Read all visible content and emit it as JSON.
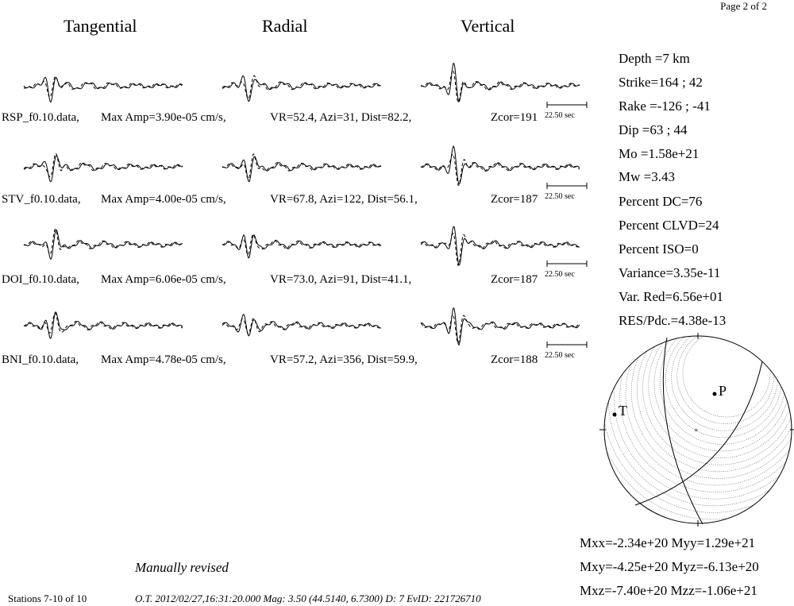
{
  "page_label": "Page 2 of 2",
  "columns": [
    "Tangential",
    "Radial",
    "Vertical"
  ],
  "stations": [
    {
      "file": "RSP_f0.10.data,",
      "amp": "Max Amp=3.90e-05 cm/s,",
      "vr": "VR=52.4, Azi=31, Dist=82.2,",
      "zcor": "Zcor=191",
      "scale": "22.50 sec"
    },
    {
      "file": "STV_f0.10.data,",
      "amp": "Max Amp=4.00e-05 cm/s,",
      "vr": "VR=67.8, Azi=122, Dist=56.1,",
      "zcor": "Zcor=187",
      "scale": "22.50 sec"
    },
    {
      "file": "DOI_f0.10.data,",
      "amp": "Max Amp=6.06e-05 cm/s,",
      "vr": "VR=73.0, Azi=91, Dist=41.1,",
      "zcor": "Zcor=187",
      "scale": "22.50 sec"
    },
    {
      "file": "BNI_f0.10.data,",
      "amp": "Max Amp=4.78e-05 cm/s,",
      "vr": "VR=57.2, Azi=356, Dist=59.9,",
      "zcor": "Zcor=188",
      "scale": "22.50 sec"
    }
  ],
  "params": [
    "Depth =7 km",
    "Strike=164 ; 42",
    "Rake  =-126 ; -41",
    "Dip   =63 ; 44",
    "Mo    =1.58e+21",
    "Mw    =3.43",
    "Percent DC=76",
    "Percent CLVD=24",
    "Percent ISO=0",
    "Variance=3.35e-11",
    "Var. Red=6.56e+01",
    "RES/Pdc.=4.38e-13"
  ],
  "axis_labels": {
    "p": "P",
    "t": "T"
  },
  "tensor": [
    "Mxx=-2.34e+20 Myy=1.29e+21",
    "Mxy=-4.25e+20 Myz=-6.13e+20",
    "Mxz=-7.40e+20 Mzz=-1.06e+21"
  ],
  "manual_note": "Manually revised",
  "stations_note": "Stations 7-10 of 10",
  "origin_line": "O.T. 2012/02/27,16:31:20.000  Mag: 3.50  (44.5140, 6.7300)  D: 7  EvID: 221726710"
}
